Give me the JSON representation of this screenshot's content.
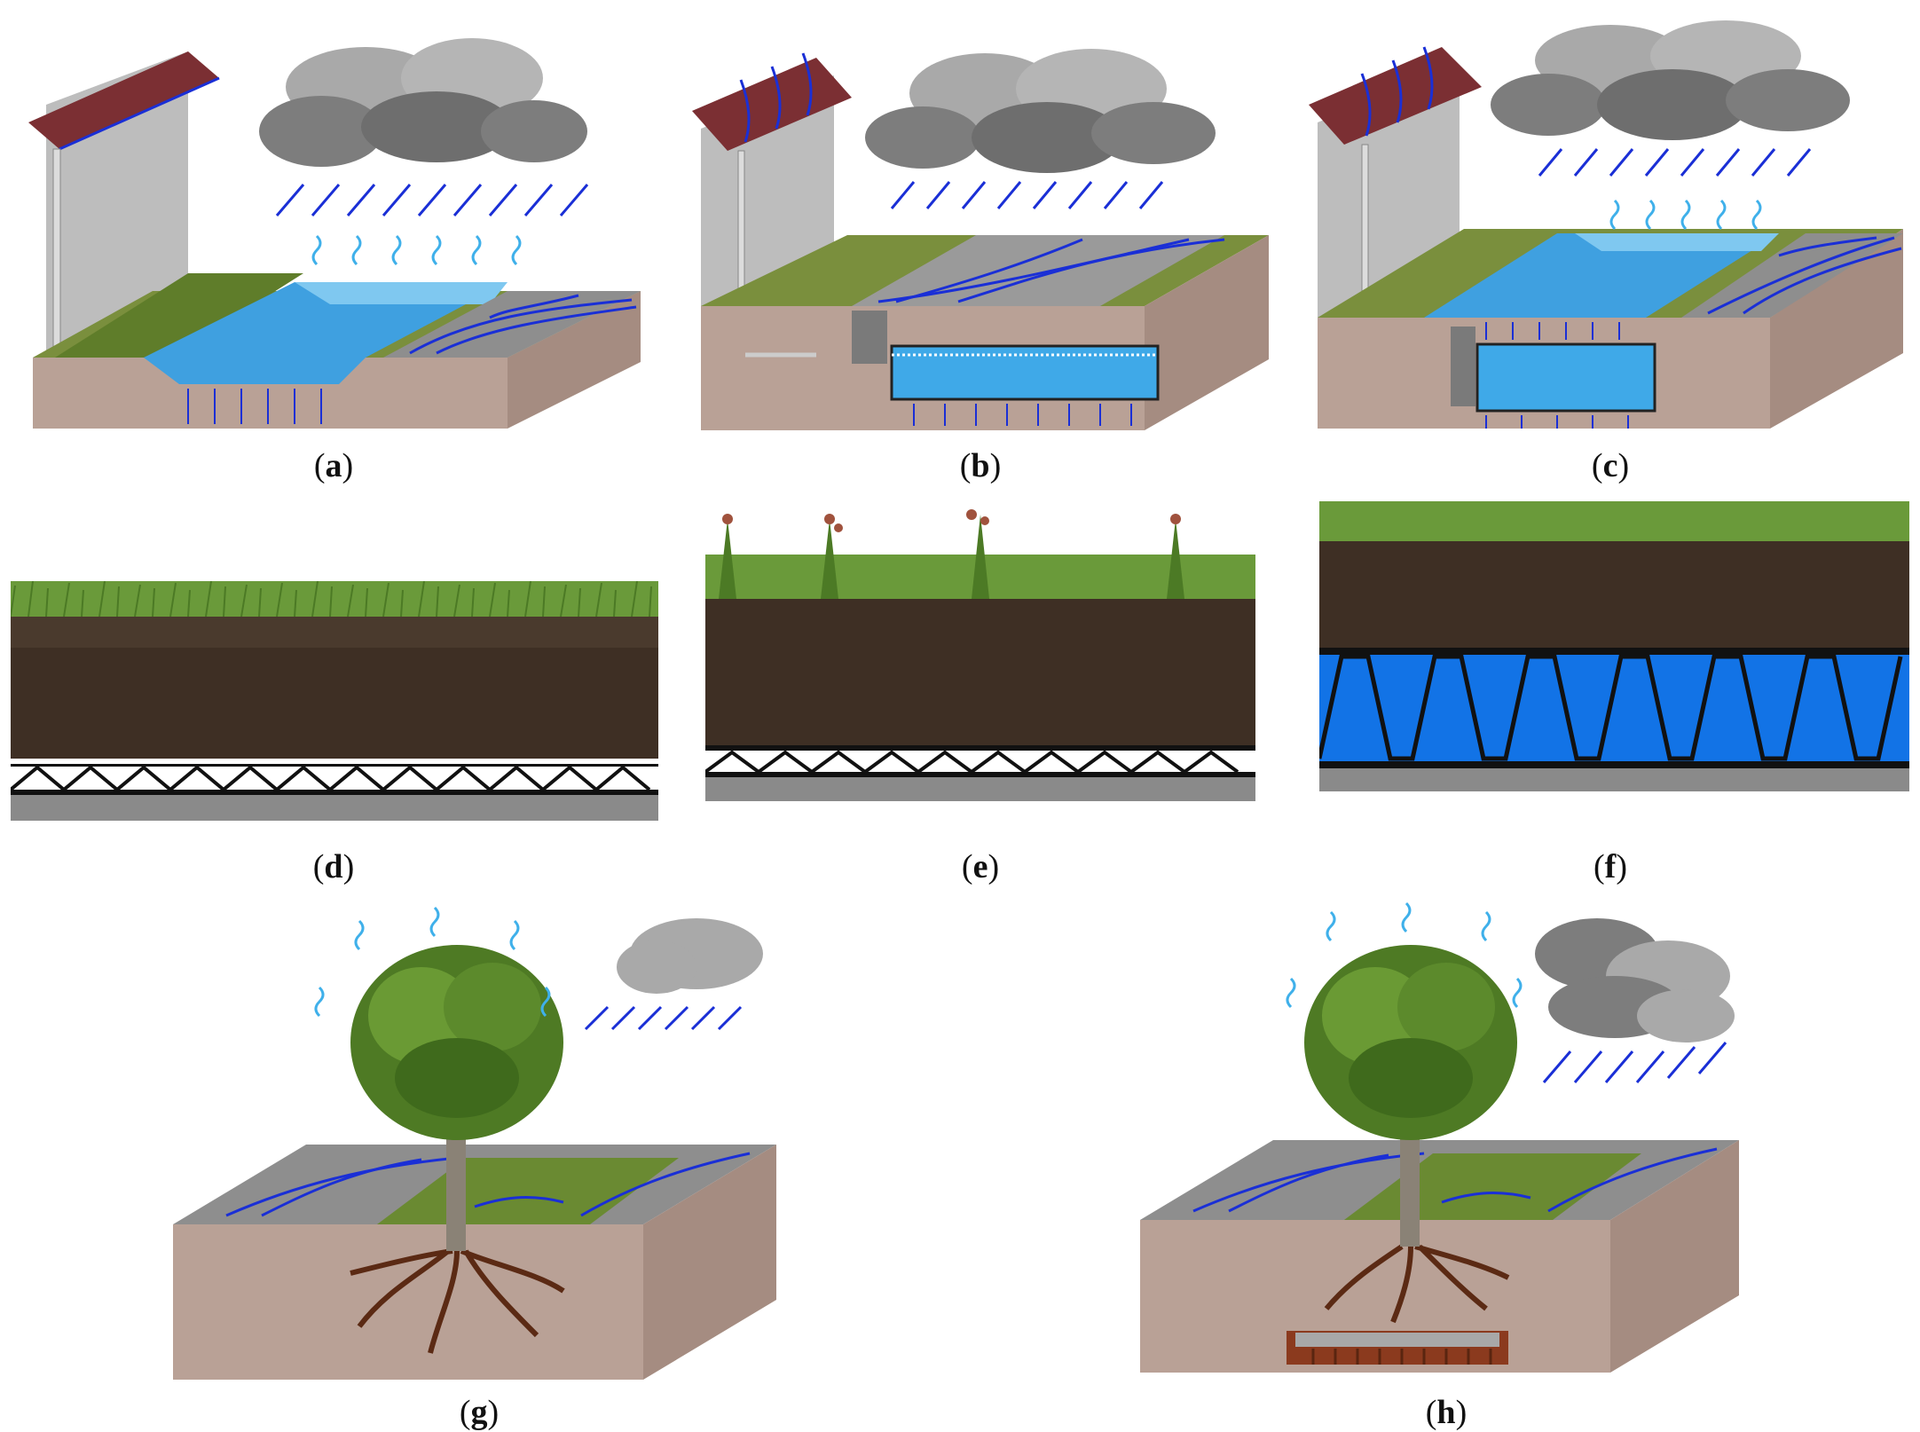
{
  "figure": {
    "panels": [
      {
        "id": "a",
        "caption_open": "(",
        "caption_letter": "a",
        "caption_close": ")"
      },
      {
        "id": "b",
        "caption_open": "(",
        "caption_letter": "b",
        "caption_close": ")"
      },
      {
        "id": "c",
        "caption_open": "(",
        "caption_letter": "c",
        "caption_close": ")"
      },
      {
        "id": "d",
        "caption_open": "(",
        "caption_letter": "d",
        "caption_close": ")"
      },
      {
        "id": "e",
        "caption_open": "(",
        "caption_letter": "e",
        "caption_close": ")"
      },
      {
        "id": "f",
        "caption_open": "(",
        "caption_letter": "f",
        "caption_close": ")"
      },
      {
        "id": "g",
        "caption_open": "(",
        "caption_letter": "g",
        "caption_close": ")"
      },
      {
        "id": "h",
        "caption_open": "(",
        "caption_letter": "h",
        "caption_close": ")"
      }
    ]
  },
  "colors": {
    "roof": "#7b2f33",
    "wall": "#b9b9b9",
    "soil_block": "#b9a196",
    "grass": "#5f7d2a",
    "water": "#3fa9e8",
    "rain": "#1a2fd6",
    "vapor": "#3fb0ea",
    "cloud_light": "#a9a9a9",
    "cloud_dark": "#7d7d7d",
    "gravel": "#8e8e8e",
    "dark_soil": "#3e2f24",
    "membrane_blue": "#1273e6",
    "brick": "#8b3a1e"
  }
}
